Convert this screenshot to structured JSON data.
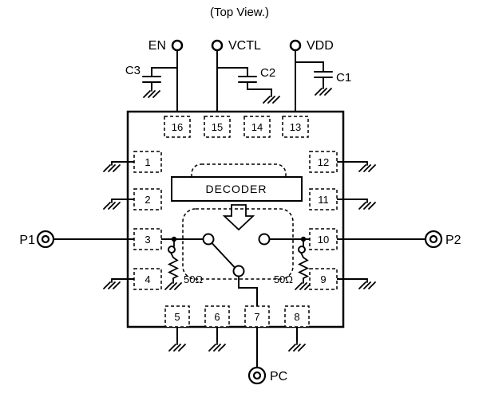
{
  "title": "(Top View.)",
  "terminals": {
    "en": "EN",
    "vctl": "VCTL",
    "vdd": "VDD",
    "p1": "P1",
    "p2": "P2",
    "pc": "PC"
  },
  "capacitors": {
    "c1": "C1",
    "c2": "C2",
    "c3": "C3"
  },
  "decoder_label": "DECODER",
  "resistors": {
    "left": "50Ω",
    "right": "50Ω"
  },
  "pins": {
    "top": [
      "16",
      "15",
      "14",
      "13"
    ],
    "left": [
      "1",
      "2",
      "3",
      "4"
    ],
    "right": [
      "12",
      "11",
      "10",
      "9"
    ],
    "bottom": [
      "5",
      "6",
      "7",
      "8"
    ]
  },
  "colors": {
    "line": "#000000",
    "background": "#ffffff"
  }
}
